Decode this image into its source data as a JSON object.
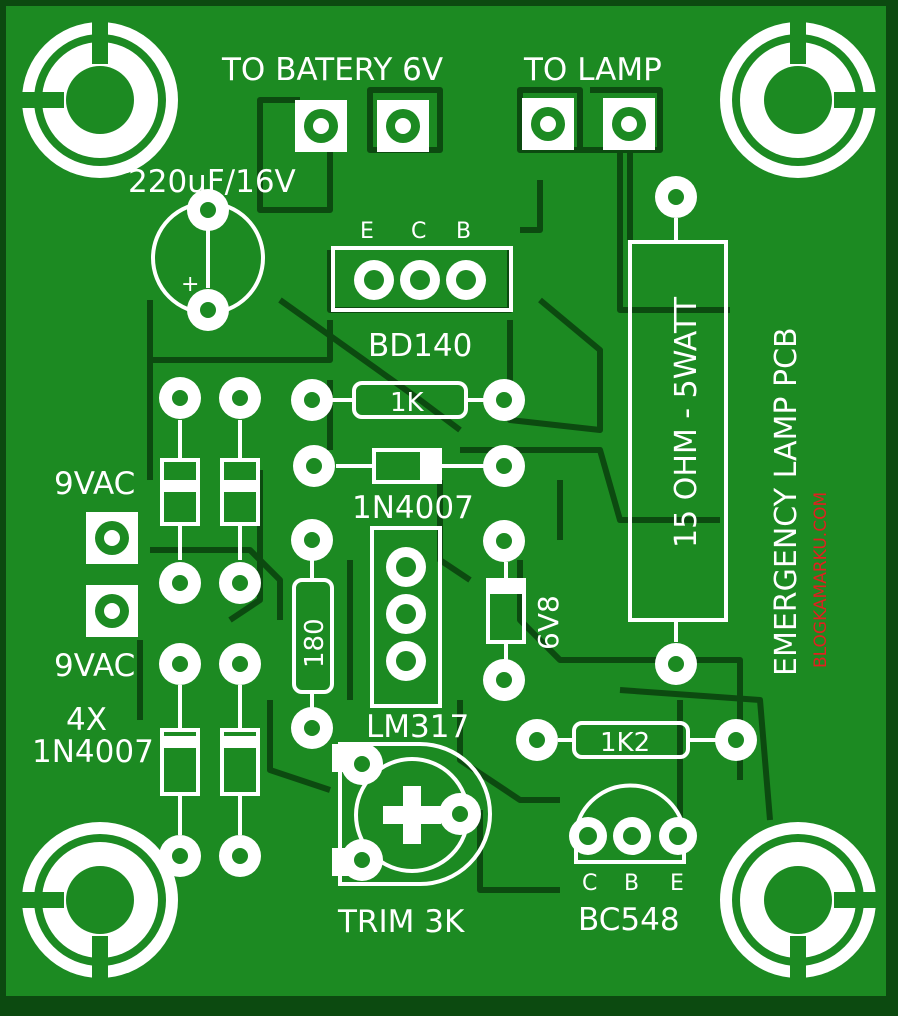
{
  "colors": {
    "copper": "#1c8a22",
    "substrate": "#0c4a10",
    "silkscreen": "#ffffff",
    "accent": "#e02020"
  },
  "labels": {
    "to_battery": "TO BATERY 6V",
    "to_lamp": "TO LAMP",
    "cap": "220uF/16V",
    "cap_plus": "+",
    "transistor_pins": [
      "E",
      "C",
      "B"
    ],
    "transistor": "BD140",
    "resistor_1k": "1K",
    "diode": "1N4007",
    "ac_top": "9VAC",
    "ac_bottom": "9VAC",
    "bridge_count": "4X",
    "bridge_part": "1N4007",
    "resistor_180": "180",
    "zener": "6V8",
    "regulator": "LM317",
    "resistor_1k2": "1K2",
    "trimmer": "TRIM 3K",
    "small_transistor_pins": [
      "C",
      "B",
      "E"
    ],
    "small_transistor": "BC548",
    "power_resistor": "15 OHM - 5WATT",
    "title": "EMERGENCY LAMP PCB",
    "website": "BLOGKAMARKU.COM"
  }
}
